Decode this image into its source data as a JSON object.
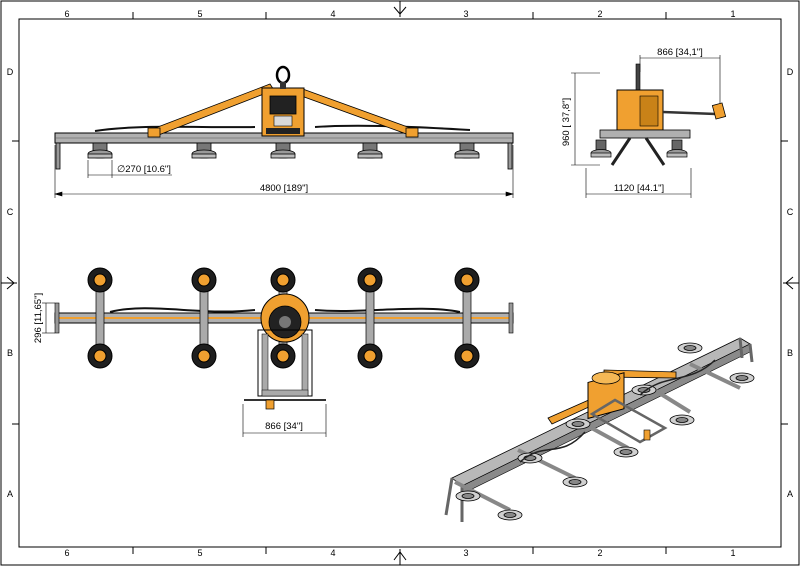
{
  "drawing": {
    "columns_top": [
      "6",
      "5",
      "4",
      "3",
      "2",
      "1"
    ],
    "columns_bottom": [
      "6",
      "5",
      "4",
      "3",
      "2",
      "1"
    ],
    "rows_left": [
      "D",
      "C",
      "B",
      "A"
    ],
    "rows_right": [
      "D",
      "C",
      "B",
      "A"
    ]
  },
  "dimensions": {
    "overall_length": "4800 [189\"]",
    "pad_diameter": "∅270 [10.6\"]",
    "side_width_top": "866 [34,1\"]",
    "side_height": "960 [ 37,8\"]",
    "side_width_bottom": "1120 [44.1\"]",
    "plan_pad_spacing": "296 [11,65\"]",
    "plan_frame_width": "866 [34\"]"
  },
  "colors": {
    "steel": "#a6a6a6",
    "orange": "#f0a030",
    "dark": "#1a1a1a",
    "line": "#000000"
  }
}
